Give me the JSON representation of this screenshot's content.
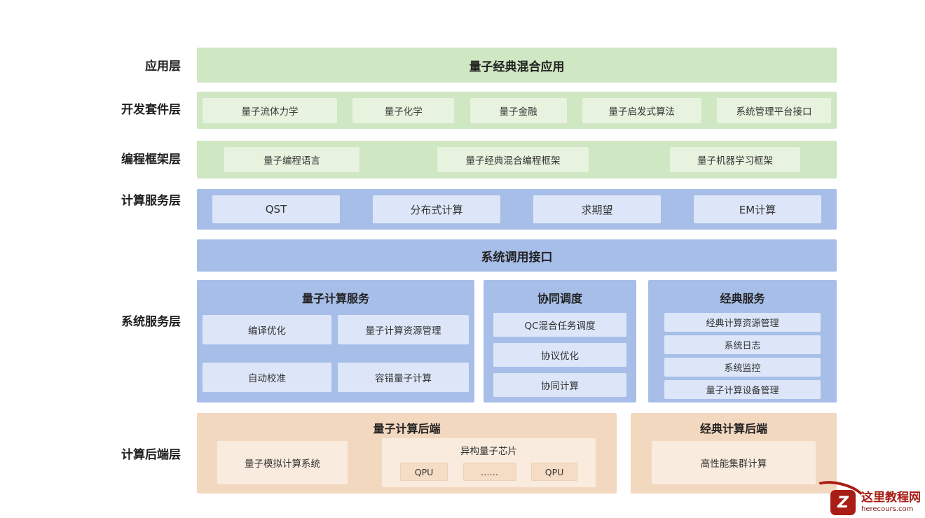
{
  "colors": {
    "green_bar": "#cfe7c2",
    "green_item": "#e8f3df",
    "blue_bar": "#a7bee9",
    "blue_item": "#dce6f8",
    "orange_bar": "#f3d8c0",
    "orange_item": "#f9ebdd",
    "watermark_red": "#a81d15"
  },
  "layer_labels": {
    "application": "应用层",
    "dev_suite": "开发套件层",
    "framework": "编程框架层",
    "compute_service": "计算服务层",
    "system_service": "系统服务层",
    "backend": "计算后端层"
  },
  "application": {
    "title": "量子经典混合应用"
  },
  "dev_suite": {
    "items": [
      "量子流体力学",
      "量子化学",
      "量子金融",
      "量子启发式算法",
      "系统管理平台接口"
    ]
  },
  "framework": {
    "items": [
      "量子编程语言",
      "量子经典混合编程框架",
      "量子机器学习框架"
    ]
  },
  "compute_service": {
    "items": [
      "QST",
      "分布式计算",
      "求期望",
      "EM计算"
    ]
  },
  "syscall": {
    "title": "系统调用接口"
  },
  "system_service": {
    "quantum": {
      "title": "量子计算服务",
      "items": [
        "编译优化",
        "量子计算资源管理",
        "自动校准",
        "容错量子计算"
      ]
    },
    "coordination": {
      "title": "协同调度",
      "items": [
        "QC混合任务调度",
        "协议优化",
        "协同计算"
      ]
    },
    "classical": {
      "title": "经典服务",
      "items": [
        "经典计算资源管理",
        "系统日志",
        "系统监控",
        "量子计算设备管理"
      ]
    }
  },
  "backend": {
    "quantum": {
      "title": "量子计算后端",
      "simulator": "量子模拟计算系统",
      "chip": {
        "title": "异构量子芯片",
        "items": [
          "QPU",
          "……",
          "QPU"
        ]
      }
    },
    "classical": {
      "title": "经典计算后端",
      "item": "高性能集群计算"
    }
  },
  "watermark": {
    "logo_letter": "Z",
    "title": "这里教程网",
    "url": "herecours.com"
  }
}
